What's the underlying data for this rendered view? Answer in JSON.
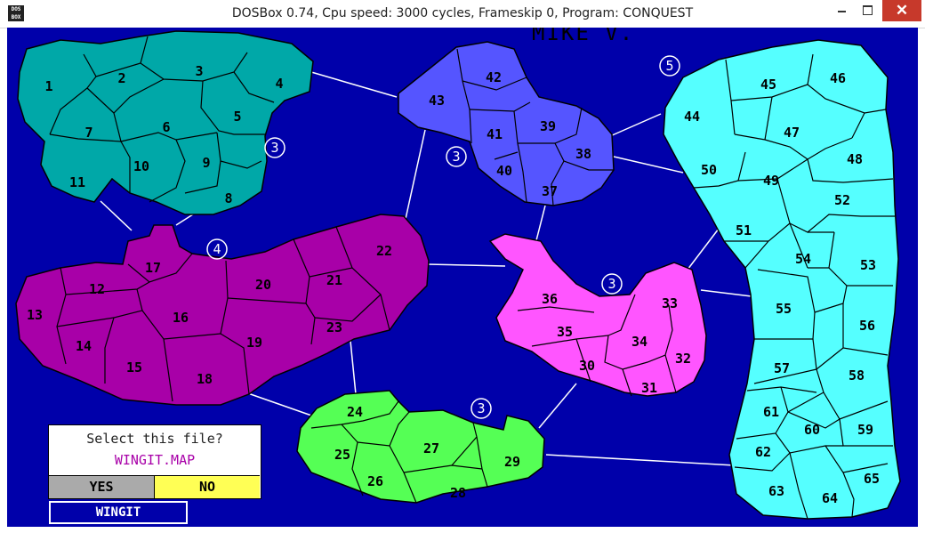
{
  "window": {
    "title": "DOSBox 0.74, Cpu speed:     3000 cycles, Frameskip  0, Program: CONQUEST",
    "icon_text": "DOS BOX",
    "close_glyph": "✕"
  },
  "map": {
    "user_name": "MIKE V.",
    "continent_bonuses": [
      "3",
      "3",
      "4",
      "3",
      "5",
      "3"
    ],
    "territory_numbers": [
      "1",
      "2",
      "3",
      "4",
      "5",
      "6",
      "7",
      "8",
      "9",
      "10",
      "11",
      "12",
      "13",
      "14",
      "15",
      "16",
      "17",
      "18",
      "19",
      "20",
      "21",
      "22",
      "23",
      "24",
      "25",
      "26",
      "27",
      "28",
      "29",
      "30",
      "31",
      "32",
      "33",
      "34",
      "35",
      "36",
      "37",
      "38",
      "39",
      "40",
      "41",
      "42",
      "43",
      "44",
      "45",
      "46",
      "47",
      "48",
      "49",
      "50",
      "51",
      "52",
      "53",
      "54",
      "55",
      "56",
      "57",
      "58",
      "59",
      "60",
      "61",
      "62",
      "63",
      "64",
      "65"
    ],
    "colors": {
      "background": "#0000aa",
      "teal": "#00a8a8",
      "blue": "#5555ff",
      "purple": "#a800a8",
      "magenta": "#ff55ff",
      "green": "#55ff55",
      "cyan": "#55ffff"
    }
  },
  "dialog": {
    "prompt": "Select this file?",
    "filename": "WINGIT.MAP",
    "yes_label": "YES",
    "no_label": "NO"
  },
  "file_button": {
    "label": "WINGIT"
  }
}
